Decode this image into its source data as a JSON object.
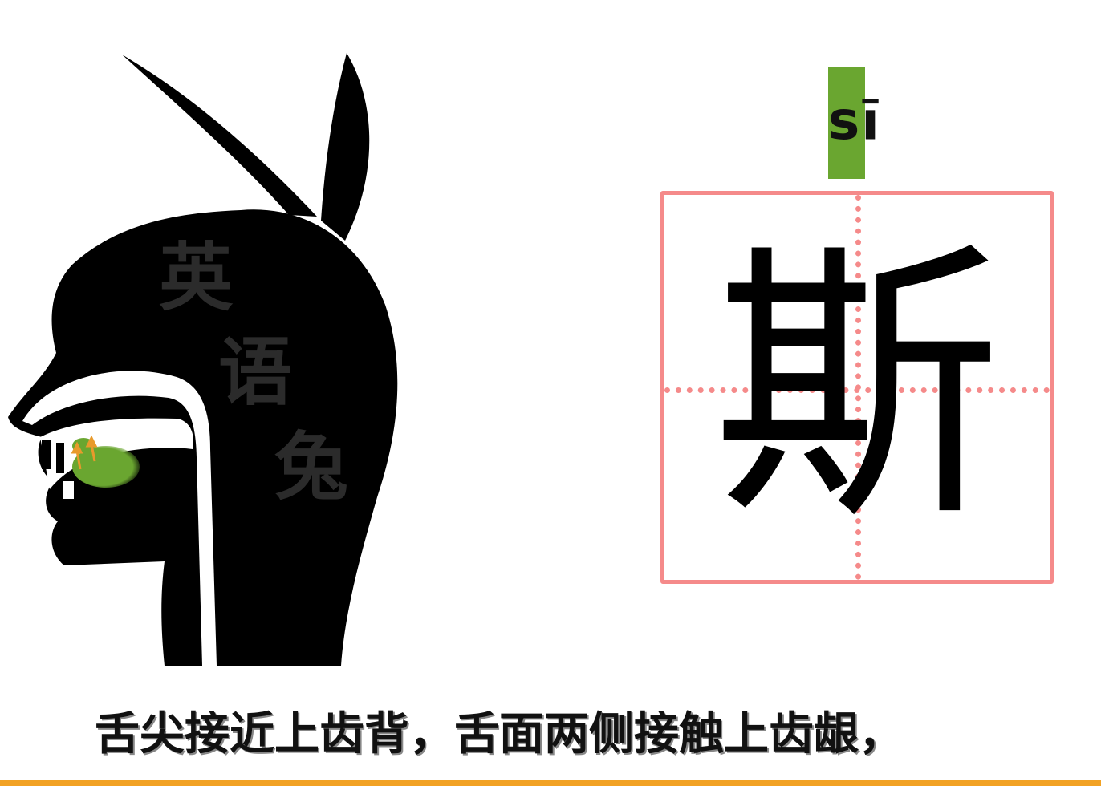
{
  "watermark": {
    "chars": [
      "英",
      "语",
      "兔"
    ]
  },
  "pinyin": {
    "text": "sī",
    "highlight_color": "#6aa630"
  },
  "character": {
    "hanzi": "斯",
    "grid_color": "#f58a8a"
  },
  "subtitle": {
    "text": "舌尖接近上齿背，舌面两侧接触上齿龈，"
  },
  "colors": {
    "tongue": "#6aa630",
    "arrows": "#e89a2c",
    "progress": "#f2a224"
  }
}
